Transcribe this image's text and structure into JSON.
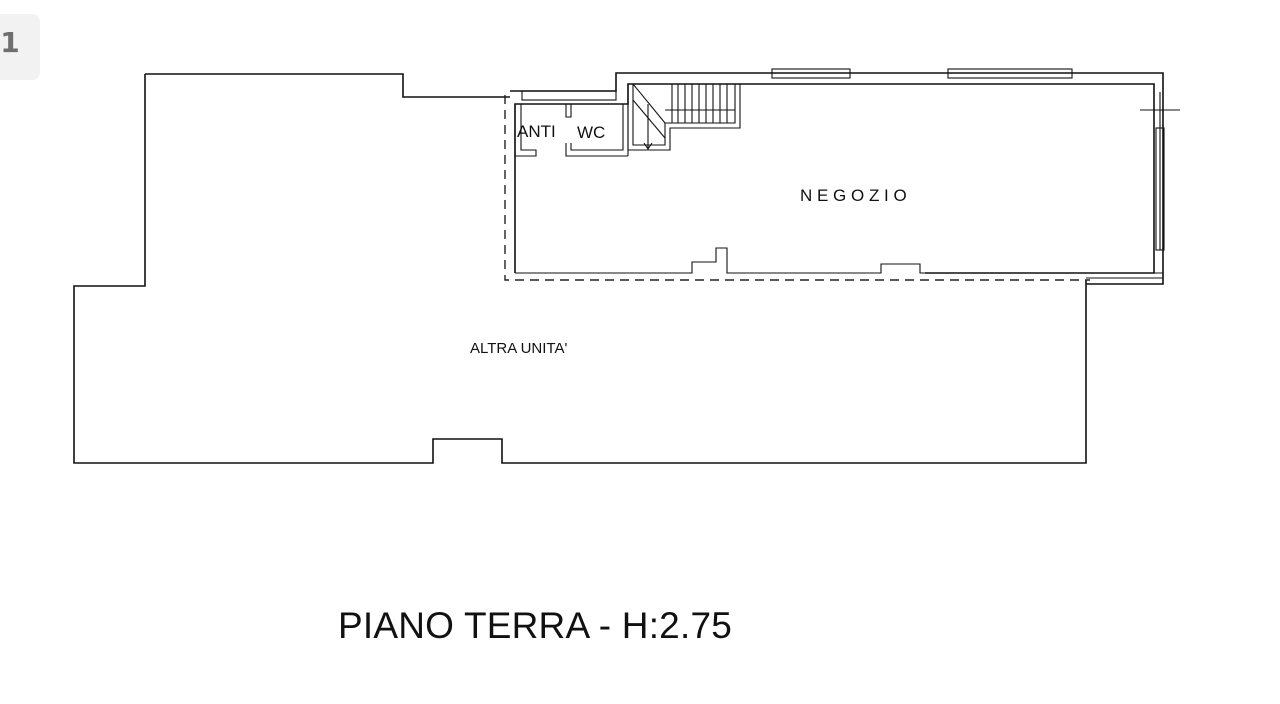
{
  "page_indicator": "1",
  "plan": {
    "rooms": {
      "anti": "ANTI",
      "wc": "WC",
      "negozio": "N E G O Z I O",
      "altra_unita": "ALTRA UNITA'"
    }
  },
  "caption": "PIANO TERRA - H:2.75"
}
